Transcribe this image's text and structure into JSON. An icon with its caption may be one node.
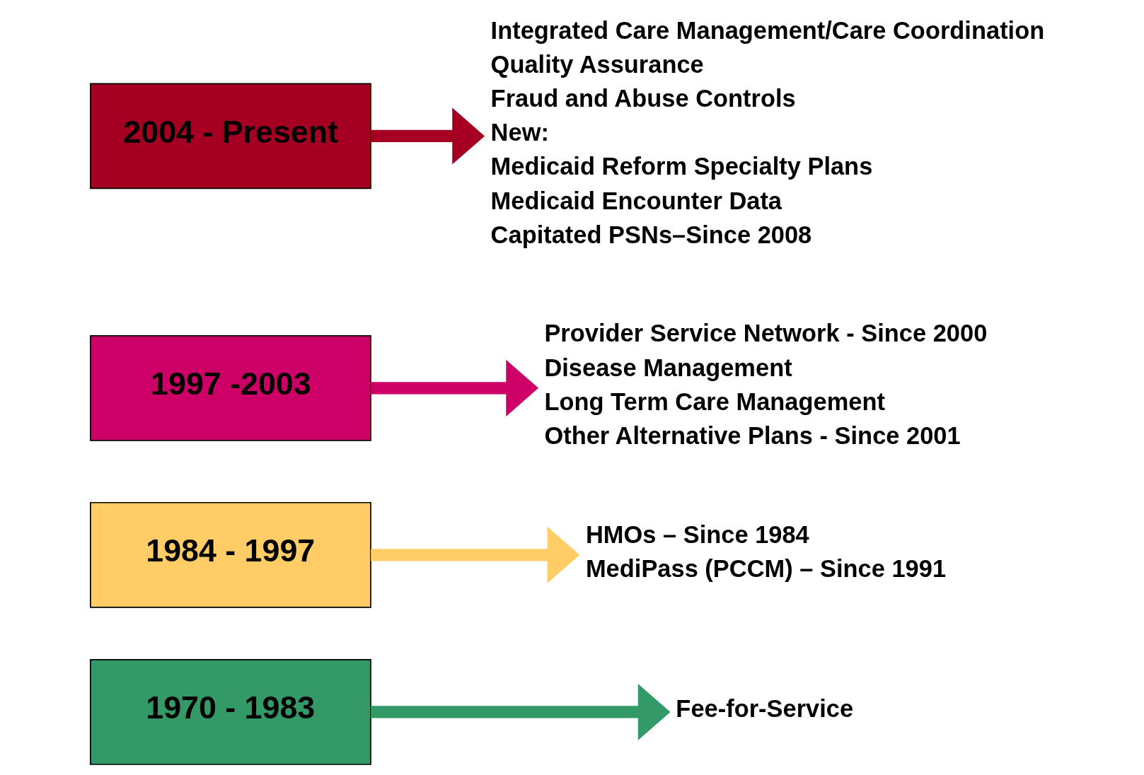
{
  "diagram": {
    "nodes": [
      {
        "text": [
          "1970 - 1983"
        ]
      },
      {
        "text": [
          "Fee-for-Service"
        ]
      },
      {
        "text": [
          "1984 - 1997"
        ]
      },
      {
        "text": [
          "HMOs – Since 1984",
          "MediPass (PCCM) – Since 1991"
        ]
      },
      {
        "text": [
          "1997 -2003"
        ]
      },
      {
        "text": [
          "Provider Service Network - Since 2000",
          "Disease Management",
          "Long Term Care Management",
          "Other Alternative Plans - Since 2001"
        ]
      },
      {
        "text": [
          "2004 - Present"
        ]
      },
      {
        "text": [
          "Integrated Care Management/Care Coordination",
          "Quality Assurance",
          "Fraud and Abuse Controls",
          "New:",
          "Medicaid Reform Specialty Plans",
          "Medicaid Encounter Data",
          "Capitated PSNs–Since 2008"
        ]
      }
    ],
    "edges": [
      {
        "from": 0,
        "to": 1,
        "arrow": "to",
        "color": "#339966"
      },
      {
        "from": 2,
        "to": 3,
        "arrow": "to",
        "color": "#ffcc66"
      },
      {
        "from": 4,
        "to": 5,
        "arrow": "to",
        "color": "#cc0066"
      },
      {
        "from": 6,
        "to": 7,
        "arrow": "to",
        "color": "#a50021"
      }
    ]
  }
}
